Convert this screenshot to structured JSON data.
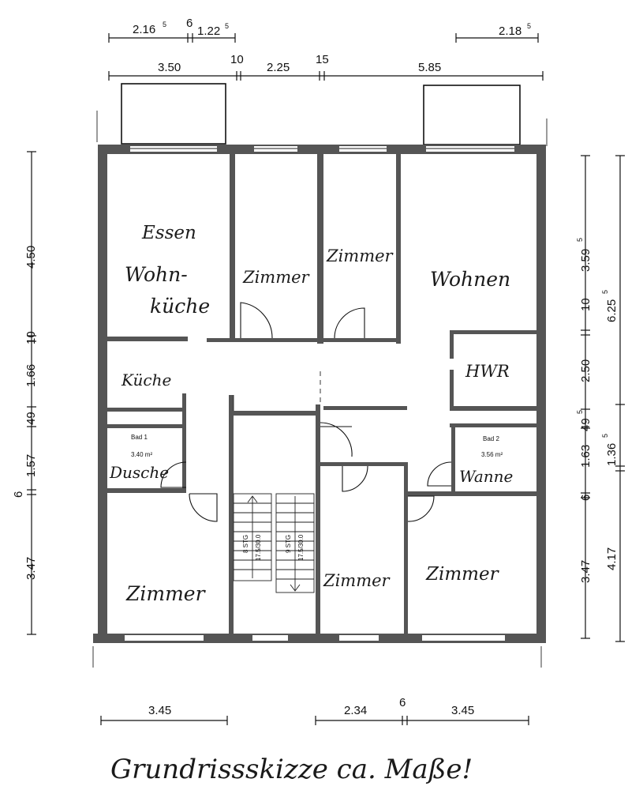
{
  "dimensions": {
    "top_row1": {
      "a": "2.16",
      "a_sup": "5",
      "b": "6",
      "c": "1.22",
      "c_sup": "5",
      "d": "2.18",
      "d_sup": "5"
    },
    "top_row2": {
      "a": "3.50",
      "b": "10",
      "c": "2.25",
      "d": "15",
      "e": "5.85"
    },
    "left": {
      "a": "4.50",
      "b": "10",
      "c": "1.66",
      "d": "49",
      "e": "1.57",
      "f": "6",
      "g": "3.47"
    },
    "right_inner": {
      "a": "3.59",
      "a_sup": "5",
      "b": "10",
      "c": "2.50",
      "d": "49",
      "d_sup": "5",
      "e": "1.63",
      "f": "6",
      "g": "3.47"
    },
    "right_outer": {
      "a": "6.25",
      "a_sup": "5",
      "b": "1.36",
      "b_sup": "5",
      "c": "4.17"
    },
    "bottom": {
      "a": "3.45",
      "b": "2.34",
      "c": "6",
      "d": "3.45"
    }
  },
  "rooms": {
    "essen": "Essen",
    "wohnkueche_1": "Wohn-",
    "wohnkueche_2": "küche",
    "zimmer_1": "Zimmer",
    "zimmer_2": "Zimmer",
    "wohnen": "Wohnen",
    "hwr": "HWR",
    "kueche": "Küche",
    "bad1_label": "Bad 1",
    "bad1_area": "3.40 m²",
    "dusche": "Dusche",
    "bad2_label": "Bad 2",
    "bad2_area": "3.56 m²",
    "wanne": "Wanne",
    "zimmer_3": "Zimmer",
    "zimmer_4": "Zimmer",
    "zimmer_5": "Zimmer"
  },
  "stairs": {
    "left_1": "8 STG",
    "left_2": "17.5/30.0",
    "right_1": "9 STG",
    "right_2": "17.5/30.0"
  },
  "caption": "Grundrissskizze ca. Maße!"
}
